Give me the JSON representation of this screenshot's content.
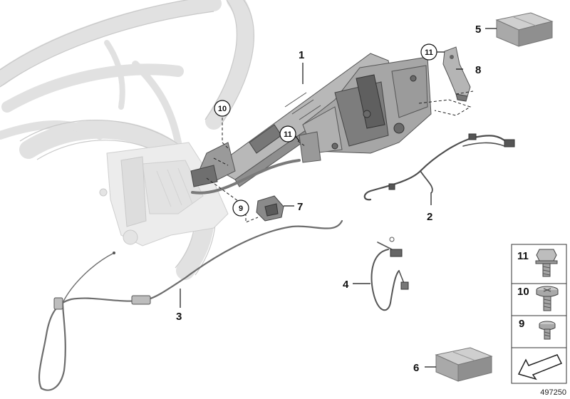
{
  "callouts": {
    "c1": "1",
    "c2": "2",
    "c3": "3",
    "c4": "4",
    "c5": "5",
    "c6": "6",
    "c7": "7",
    "c8": "8"
  },
  "circled": {
    "c10": "10",
    "c11a": "11",
    "c11b": "11",
    "c9": "9"
  },
  "legend": {
    "items": [
      "11",
      "10",
      "9"
    ]
  },
  "reference_number": "497250",
  "colors": {
    "frame_ghost": "#e6e6e6",
    "part_gray": "#8c8c8c",
    "part_dark": "#555555",
    "box_top": "#cfcfcf"
  }
}
